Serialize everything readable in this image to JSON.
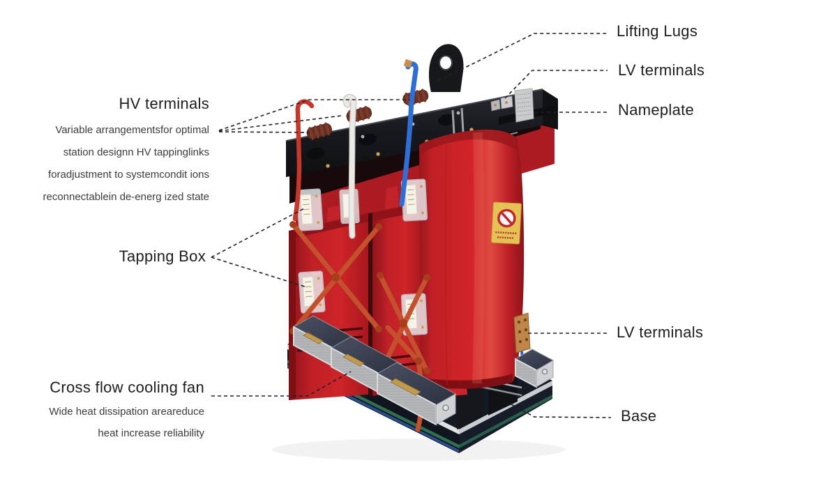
{
  "colors": {
    "coil_red": "#d2232a",
    "coil_red_dark": "#9c161c",
    "frame_black": "#1a1b20",
    "base_navy": "#141a24",
    "strap_orange": "#c4512d",
    "insulator_brown": "#6b3123",
    "cable_blue": "#2e6fd6",
    "cable_white": "#eceae6",
    "fan_top_slate": "#3b4150",
    "fan_label_gold": "#c19a4e",
    "warning_yellow": "#e5c255",
    "leader_line": "#222222",
    "label_text": "#1d1d1d",
    "desc_text": "#3c3c3c"
  },
  "annotations": {
    "hv": {
      "title": "HV terminals",
      "desc": [
        "Variable arrangementsfor optimal",
        "station designn HV tappinglinks",
        "foradjustment to systemcondit ions",
        "reconnectablein de-energ ized state"
      ]
    },
    "tapping": {
      "title": "Tapping Box"
    },
    "fan": {
      "title": "Cross flow cooling fan",
      "desc": [
        "Wide heat dissipation areareduce",
        "heat increase reliability"
      ]
    },
    "lifting": {
      "label": "Lifting Lugs"
    },
    "lv_top": {
      "label": "LV terminals"
    },
    "nameplate": {
      "label": "Nameplate"
    },
    "lv_side": {
      "label": "LV terminals"
    },
    "base": {
      "label": "Base"
    }
  }
}
